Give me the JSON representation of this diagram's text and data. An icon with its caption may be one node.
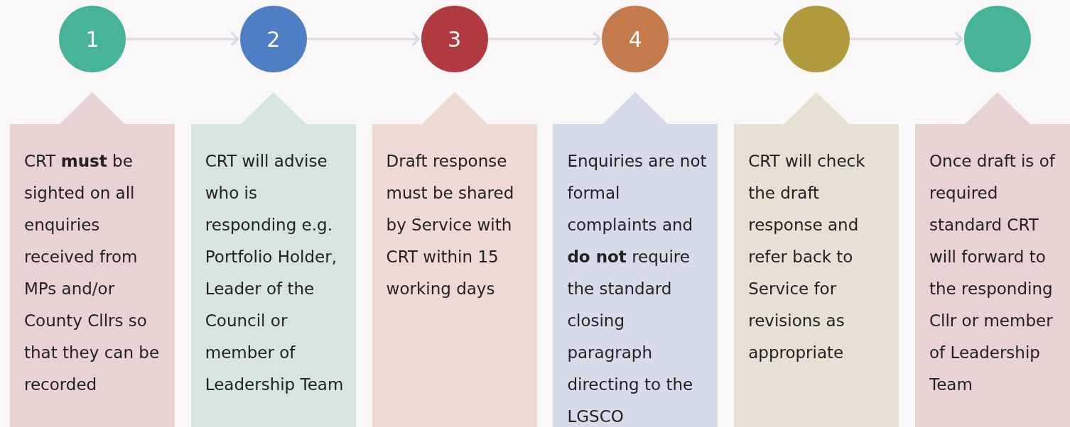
{
  "diagram": {
    "nodes": [
      {
        "text": [
          "1"
        ]
      },
      {
        "text": [
          "2"
        ]
      },
      {
        "text": [
          "3"
        ]
      },
      {
        "text": [
          "4"
        ]
      },
      {
        "text": [],
        "shape": "circle"
      },
      {
        "text": [],
        "shape": "circle"
      },
      {
        "text": [
          "CRT **must** be sighted on all enquiries received from MPs and/or County Cllrs so that they can be recorded"
        ]
      },
      {
        "text": [
          "CRT will advise who is responding e.g. Portfolio Holder, Leader of the Council or member of Leadership Team"
        ]
      },
      {
        "text": [
          "Draft response must be shared by Service with CRT within 15 working days"
        ]
      },
      {
        "text": [
          "Enquiries are not formal complaints and **do not** require the standard closing paragraph directing to the LGSCO"
        ]
      },
      {
        "text": [
          "CRT will check the draft response and refer back to Service for revisions as appropriate"
        ]
      },
      {
        "text": [
          "Once draft is of required standard CRT will forward to the responding Cllr or member of Leadership Team"
        ]
      }
    ],
    "edges": [
      {
        "from": 0,
        "to": 1,
        "arrow": "to"
      },
      {
        "from": 1,
        "to": 2,
        "arrow": "to"
      },
      {
        "from": 2,
        "to": 3,
        "arrow": "to"
      },
      {
        "from": 3,
        "to": 4,
        "arrow": "to"
      },
      {
        "from": 4,
        "to": 5,
        "arrow": "to"
      }
    ]
  }
}
